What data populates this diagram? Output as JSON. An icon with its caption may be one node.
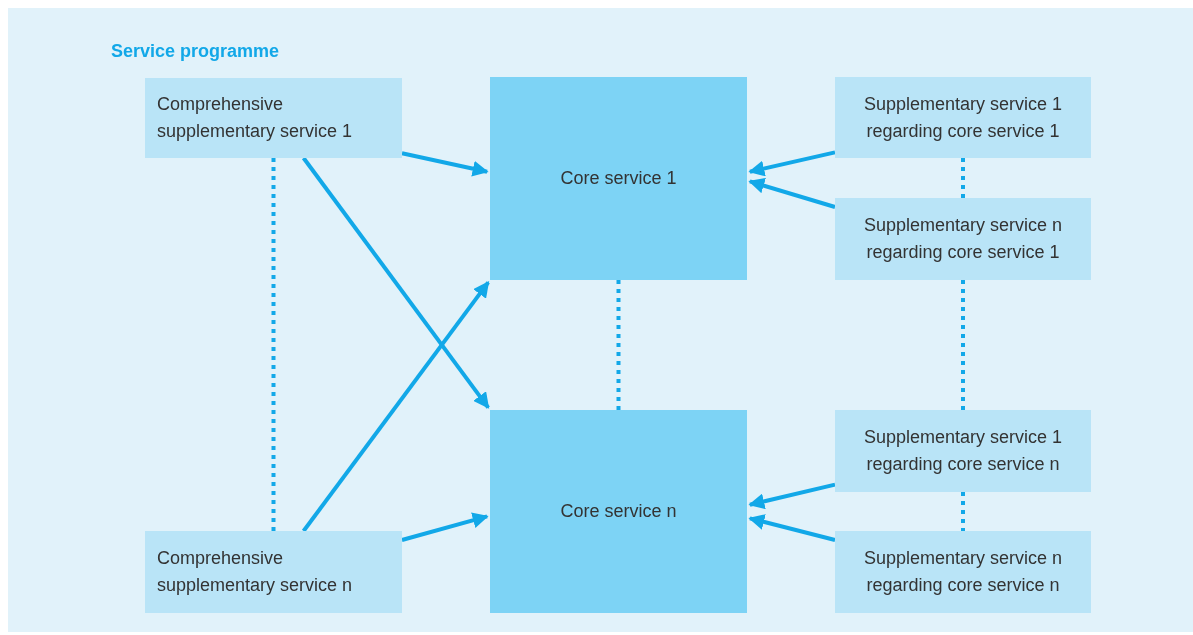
{
  "diagram": {
    "title": "Service programme",
    "nodes": [
      {
        "text": [
          "Comprehensive supplementary service 1"
        ]
      },
      {
        "text": [
          "Core service 1"
        ]
      },
      {
        "text": [
          "Supplementary service 1 regarding core service 1"
        ]
      },
      {
        "text": [
          "Supplementary service n regarding core service 1"
        ]
      },
      {
        "text": [
          "Supplementary service 1 regarding core service n"
        ]
      },
      {
        "text": [
          "Core service n"
        ]
      },
      {
        "text": [
          "Comprehensive supplementary service n"
        ]
      },
      {
        "text": [
          "Supplementary service n regarding core service n"
        ]
      }
    ],
    "edges": [
      {
        "from": 0,
        "to": 1,
        "arrow": "to"
      },
      {
        "from": 0,
        "to": 5,
        "arrow": "to"
      },
      {
        "from": 6,
        "to": 1,
        "arrow": "to"
      },
      {
        "from": 6,
        "to": 5,
        "arrow": "to"
      },
      {
        "from": 2,
        "to": 1,
        "arrow": "to"
      },
      {
        "from": 3,
        "to": 1,
        "arrow": "to"
      },
      {
        "from": 4,
        "to": 5,
        "arrow": "to"
      },
      {
        "from": 7,
        "to": 5,
        "arrow": "to"
      },
      {
        "from": 0,
        "to": 6,
        "arrow": "none",
        "style": "dashed"
      },
      {
        "from": 1,
        "to": 5,
        "arrow": "none",
        "style": "dashed"
      },
      {
        "from": 2,
        "to": 3,
        "arrow": "none",
        "style": "dashed"
      },
      {
        "from": 3,
        "to": 4,
        "arrow": "none",
        "style": "dashed"
      },
      {
        "from": 4,
        "to": 7,
        "arrow": "none",
        "style": "dashed"
      }
    ]
  }
}
